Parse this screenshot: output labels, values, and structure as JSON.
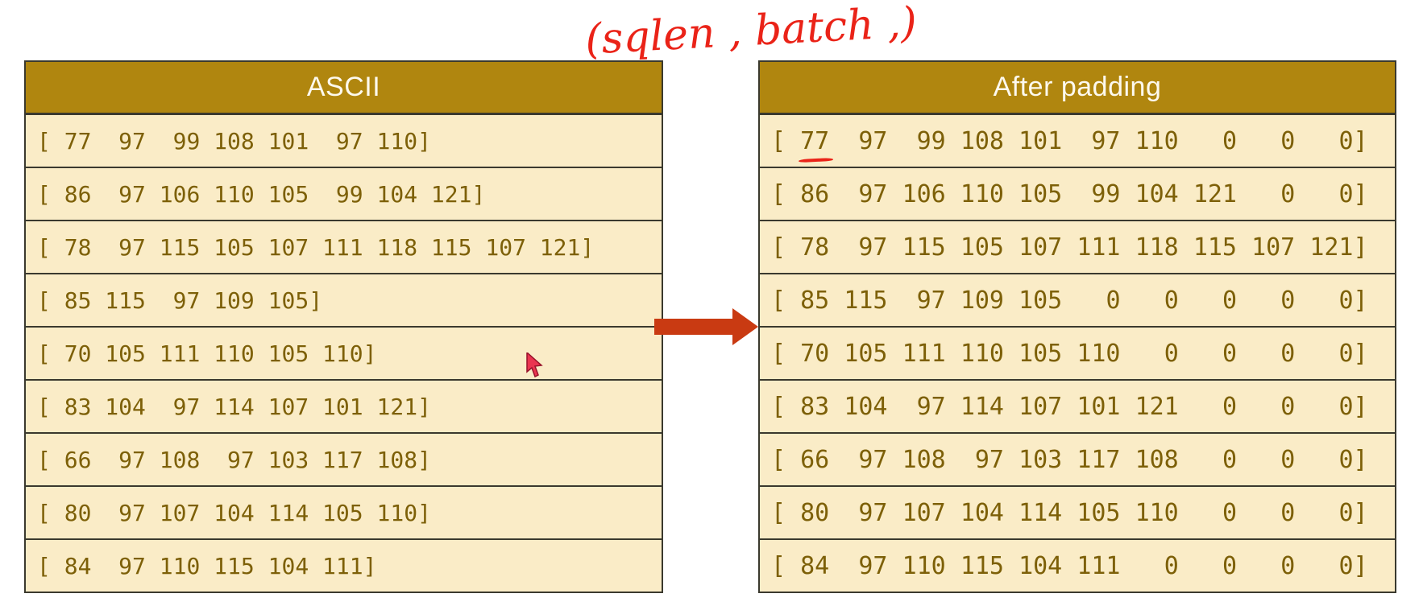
{
  "annotation": {
    "text": "(sqlen , batch ,)"
  },
  "left_table": {
    "title": "ASCII",
    "rows": [
      [
        77,
        97,
        99,
        108,
        101,
        97,
        110
      ],
      [
        86,
        97,
        106,
        110,
        105,
        99,
        104,
        121
      ],
      [
        78,
        97,
        115,
        105,
        107,
        111,
        118,
        115,
        107,
        121
      ],
      [
        85,
        115,
        97,
        109,
        105
      ],
      [
        70,
        105,
        111,
        110,
        105,
        110
      ],
      [
        83,
        104,
        97,
        114,
        107,
        101,
        121
      ],
      [
        66,
        97,
        108,
        97,
        103,
        117,
        108
      ],
      [
        80,
        97,
        107,
        104,
        114,
        105,
        110
      ],
      [
        84,
        97,
        110,
        115,
        104,
        111
      ]
    ]
  },
  "right_table": {
    "title": "After padding",
    "rows": [
      [
        77,
        97,
        99,
        108,
        101,
        97,
        110,
        0,
        0,
        0
      ],
      [
        86,
        97,
        106,
        110,
        105,
        99,
        104,
        121,
        0,
        0
      ],
      [
        78,
        97,
        115,
        105,
        107,
        111,
        118,
        115,
        107,
        121
      ],
      [
        85,
        115,
        97,
        109,
        105,
        0,
        0,
        0,
        0,
        0
      ],
      [
        70,
        105,
        111,
        110,
        105,
        110,
        0,
        0,
        0,
        0
      ],
      [
        83,
        104,
        97,
        114,
        107,
        101,
        121,
        0,
        0,
        0
      ],
      [
        66,
        97,
        108,
        97,
        103,
        117,
        108,
        0,
        0,
        0
      ],
      [
        80,
        97,
        107,
        104,
        114,
        105,
        110,
        0,
        0,
        0
      ],
      [
        84,
        97,
        110,
        115,
        104,
        111,
        0,
        0,
        0,
        0
      ]
    ],
    "underline_mark": {
      "row": 0,
      "col": 0
    }
  },
  "colors": {
    "header-bg": "#b0860f",
    "row-bg": "#faecc7",
    "row-text": "#7d6008",
    "border": "#3a392e",
    "ink-red": "#ea2318",
    "arrow-red": "#c93a12",
    "cursor-fill": "#ea3550",
    "cursor-stroke": "#97122a"
  }
}
